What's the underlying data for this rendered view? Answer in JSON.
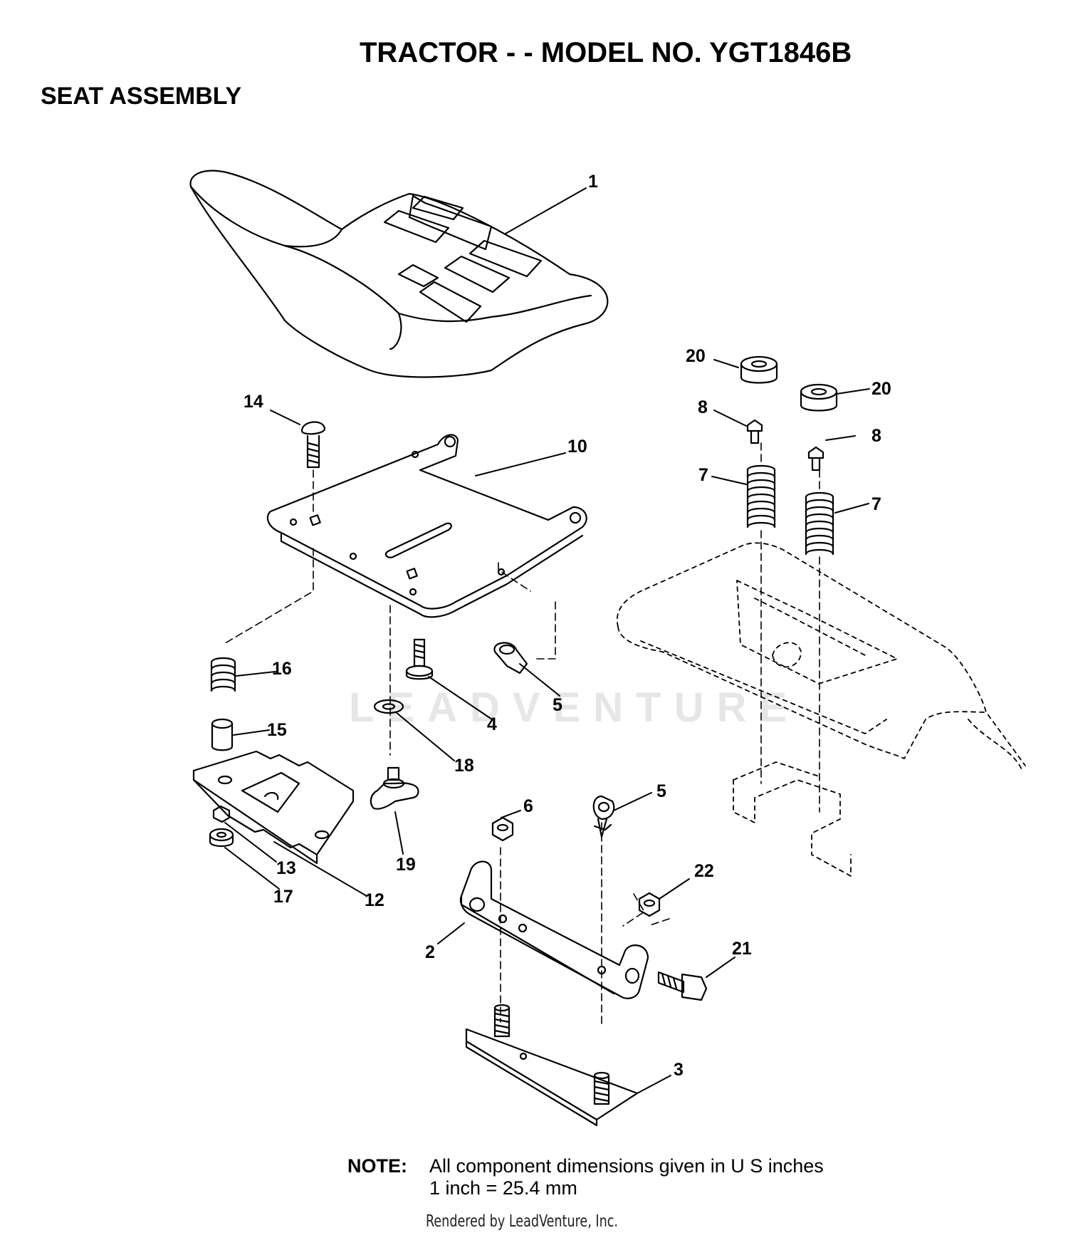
{
  "header": {
    "title": "TRACTOR - - MODEL NO. YGT1846B",
    "section": "SEAT ASSEMBLY"
  },
  "callouts": [
    {
      "id": "c1",
      "label": "1"
    },
    {
      "id": "c2",
      "label": "2"
    },
    {
      "id": "c3",
      "label": "3"
    },
    {
      "id": "c4",
      "label": "4"
    },
    {
      "id": "c5a",
      "label": "5"
    },
    {
      "id": "c5b",
      "label": "5"
    },
    {
      "id": "c6",
      "label": "6"
    },
    {
      "id": "c7a",
      "label": "7"
    },
    {
      "id": "c7b",
      "label": "7"
    },
    {
      "id": "c8a",
      "label": "8"
    },
    {
      "id": "c8b",
      "label": "8"
    },
    {
      "id": "c10",
      "label": "10"
    },
    {
      "id": "c12",
      "label": "12"
    },
    {
      "id": "c13",
      "label": "13"
    },
    {
      "id": "c14",
      "label": "14"
    },
    {
      "id": "c15",
      "label": "15"
    },
    {
      "id": "c16",
      "label": "16"
    },
    {
      "id": "c17",
      "label": "17"
    },
    {
      "id": "c18",
      "label": "18"
    },
    {
      "id": "c19",
      "label": "19"
    },
    {
      "id": "c20a",
      "label": "20"
    },
    {
      "id": "c20b",
      "label": "20"
    },
    {
      "id": "c21",
      "label": "21"
    },
    {
      "id": "c22",
      "label": "22"
    }
  ],
  "note": {
    "label": "NOTE:",
    "line1": "All component dimensions given in U S  inches",
    "line2": "1 inch = 25.4 mm"
  },
  "watermark": "LEADVENTURE",
  "footer": "Rendered by LeadVenture, Inc."
}
